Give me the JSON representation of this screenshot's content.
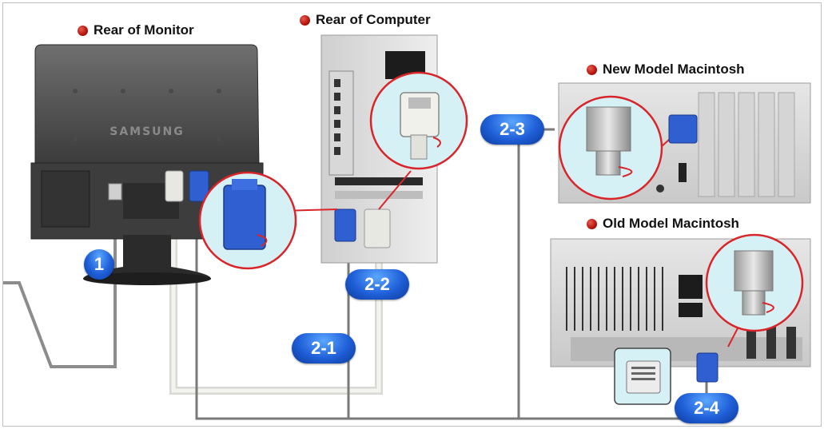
{
  "headings": {
    "rear_monitor": "Rear of Monitor",
    "rear_computer": "Rear of Computer",
    "new_mac": "New Model Macintosh",
    "old_mac": "Old Model Macintosh"
  },
  "brand": "SAMSUNG",
  "badges": {
    "b1": "1",
    "b2_1": "2-1",
    "b2_2": "2-2",
    "b2_3": "2-3",
    "b2_4": "2-4"
  },
  "colors": {
    "heading_dot": "#c0180e",
    "badge_blue": "#1f5fd8",
    "callout_red": "#d9252a",
    "callout_fill": "#d6f1f6",
    "vga_blue": "#2f5fd0",
    "dvi_white": "#e8e8e2",
    "cable_gray": "#8c8c8c",
    "frame_gray": "#bfbfbf"
  },
  "icons": {
    "heading_marker": "red-dot",
    "callout": "magnifier-circle",
    "connectors": [
      "vga-connector",
      "dvi-connector",
      "mac-adapter"
    ]
  }
}
